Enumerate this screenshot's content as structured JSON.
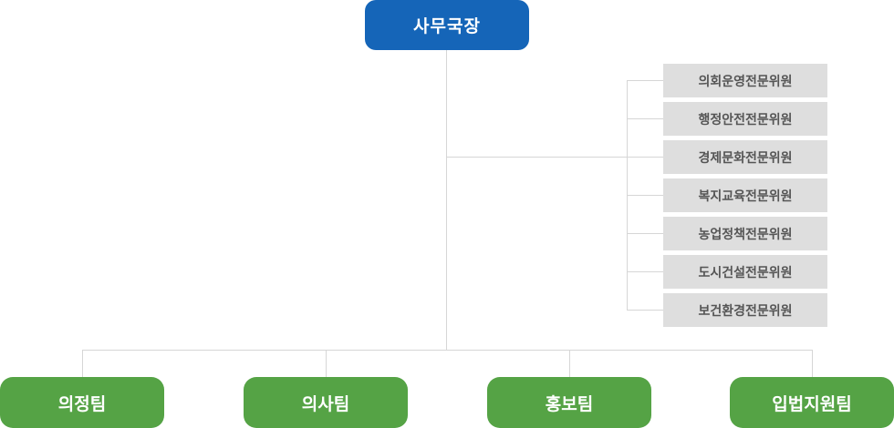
{
  "head": {
    "label": "사무국장",
    "color": "#1565b8"
  },
  "committees": [
    {
      "label": "의회운영전문위원"
    },
    {
      "label": "행정안전전문위원"
    },
    {
      "label": "경제문화전문위원"
    },
    {
      "label": "복지교육전문위원"
    },
    {
      "label": "농업정책전문위원"
    },
    {
      "label": "도시건설전문위원"
    },
    {
      "label": "보건환경전문위원"
    }
  ],
  "teams": [
    {
      "label": "의정팀"
    },
    {
      "label": "의사팀"
    },
    {
      "label": "홍보팀"
    },
    {
      "label": "입법지원팀"
    }
  ],
  "colors": {
    "committee_bg": "#dedede",
    "team_bg": "#55a345",
    "line": "#d6d6d6"
  }
}
